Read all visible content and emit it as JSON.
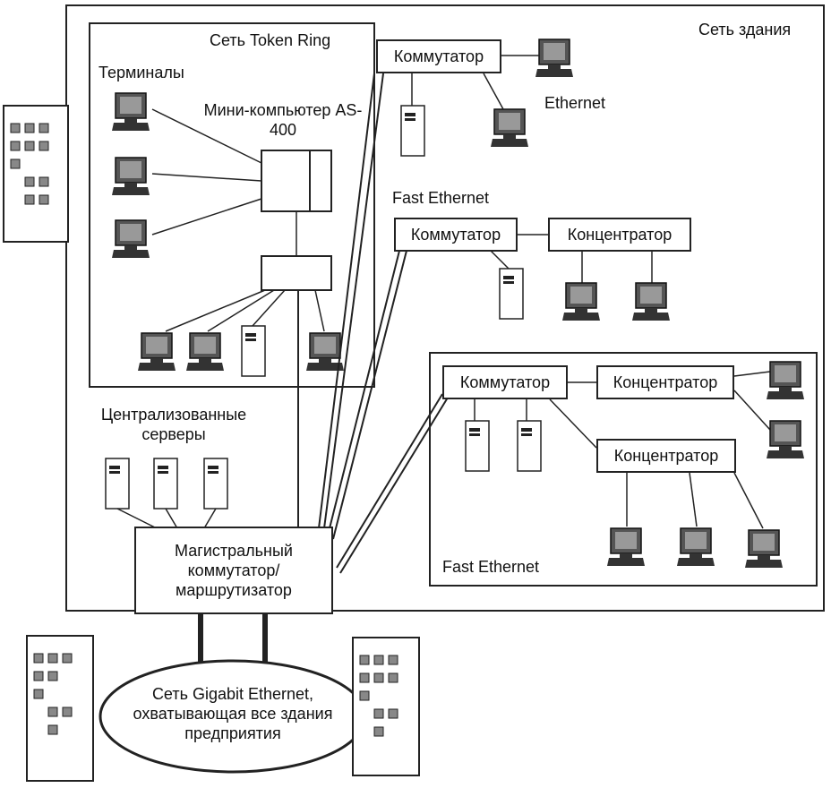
{
  "building_network": {
    "label": "Сеть здания"
  },
  "token_ring": {
    "label": "Сеть Token Ring",
    "terminals_label": "Терминалы",
    "minicomputer_label": "Мини-компьютер AS-400"
  },
  "ethernet": {
    "switch_label": "Коммутатор",
    "label": "Ethernet"
  },
  "fast_ethernet_1": {
    "label": "Fast Ethernet",
    "switch_label": "Коммутатор",
    "hub_label": "Концентратор"
  },
  "fast_ethernet_2": {
    "label": "Fast Ethernet",
    "switch_label": "Коммутатор",
    "hub_top_label": "Концентратор",
    "hub_bottom_label": "Концентратор"
  },
  "servers": {
    "label": "Централизованные серверы"
  },
  "backbone": {
    "label": "Магистральный коммутатор/ маршрутизатор"
  },
  "gigabit": {
    "label": "Сеть Gigabit Ethernet, охватывающая все здания предприятия"
  }
}
